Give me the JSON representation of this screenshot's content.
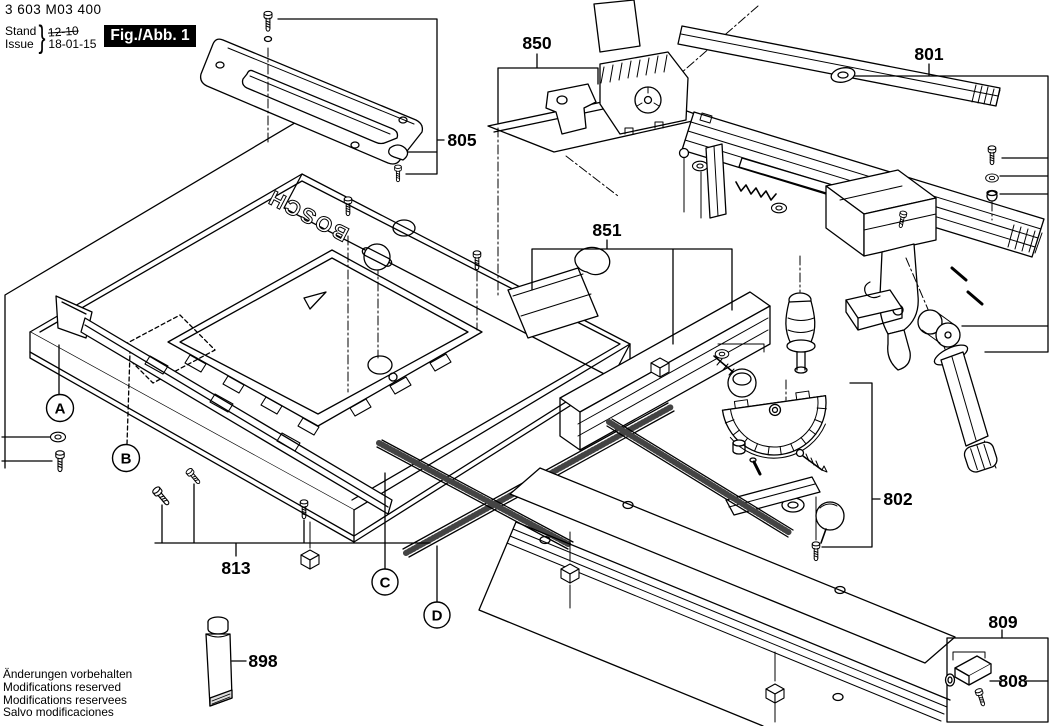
{
  "doc": {
    "part_number": "3 603 M03 400",
    "stand_label": "Stand",
    "issue_label": "Issue",
    "brace": "}",
    "old_date": "12-10",
    "new_date": "18-01-15",
    "figure_label": "Fig./Abb. 1",
    "footer_line1": "Änderungen vorbehalten",
    "footer_line2": "Modifications reserved",
    "footer_line3": "Modifications reservees",
    "footer_line4": "Salvo modificaciones"
  },
  "brand": {
    "logo_text": "BOSCH"
  },
  "callouts": {
    "c805": "805",
    "c850": "850",
    "c801": "801",
    "c851": "851",
    "c802": "802",
    "c813": "813",
    "c898": "898",
    "c809": "809",
    "c808": "808",
    "ref_a": "A",
    "ref_b": "B",
    "ref_c": "C",
    "ref_d": "D"
  }
}
